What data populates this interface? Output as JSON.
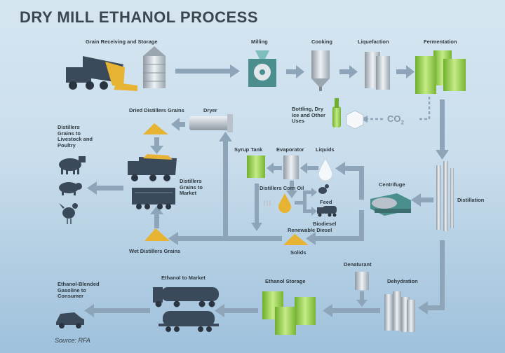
{
  "title": "DRY MILL ETHANOL PROCESS",
  "source": "Source: RFA",
  "co2": {
    "base": "CO",
    "sub": "2"
  },
  "labels": {
    "grain_receiving": "Grain Receiving and Storage",
    "milling": "Milling",
    "cooking": "Cooking",
    "liquefaction": "Liquefaction",
    "fermentation": "Fermentation",
    "bottling": "Bottling, Dry Ice and Other Uses",
    "dried_distillers_grains": "Dried Distillers Grains",
    "dryer": "Dryer",
    "distillers_grains_livestock": "Distillers Grains to Livestock and Poultry",
    "syrup_tank": "Syrup Tank",
    "evaporator": "Evaporator",
    "liquids": "Liquids",
    "distillers_corn_oil": "Distillers Corn Oil",
    "feed": "Feed",
    "biodiesel": "Biodiesel",
    "renewable_diesel": "Renewable Diesel",
    "distillers_grains_market": "Distillers Grains to Market",
    "centrifuge": "Centrifuge",
    "distillation": "Distillation",
    "wet_distillers_grains": "Wet Distillers Grains",
    "solids": "Solids",
    "denaturant": "Denaturant",
    "dehydration": "Dehydration",
    "ethanol_storage": "Ethanol Storage",
    "ethanol_to_market": "Ethanol to Market",
    "ethanol_blended": "Ethanol-Blended Gasoline to Consumer"
  },
  "colors": {
    "arrow": "#8ea4b8",
    "green": "#8cc63f",
    "silver": "#b9c2ca",
    "grain": "#e6b432",
    "dark": "#3b4a5a",
    "teal": "#4a8e8e"
  }
}
